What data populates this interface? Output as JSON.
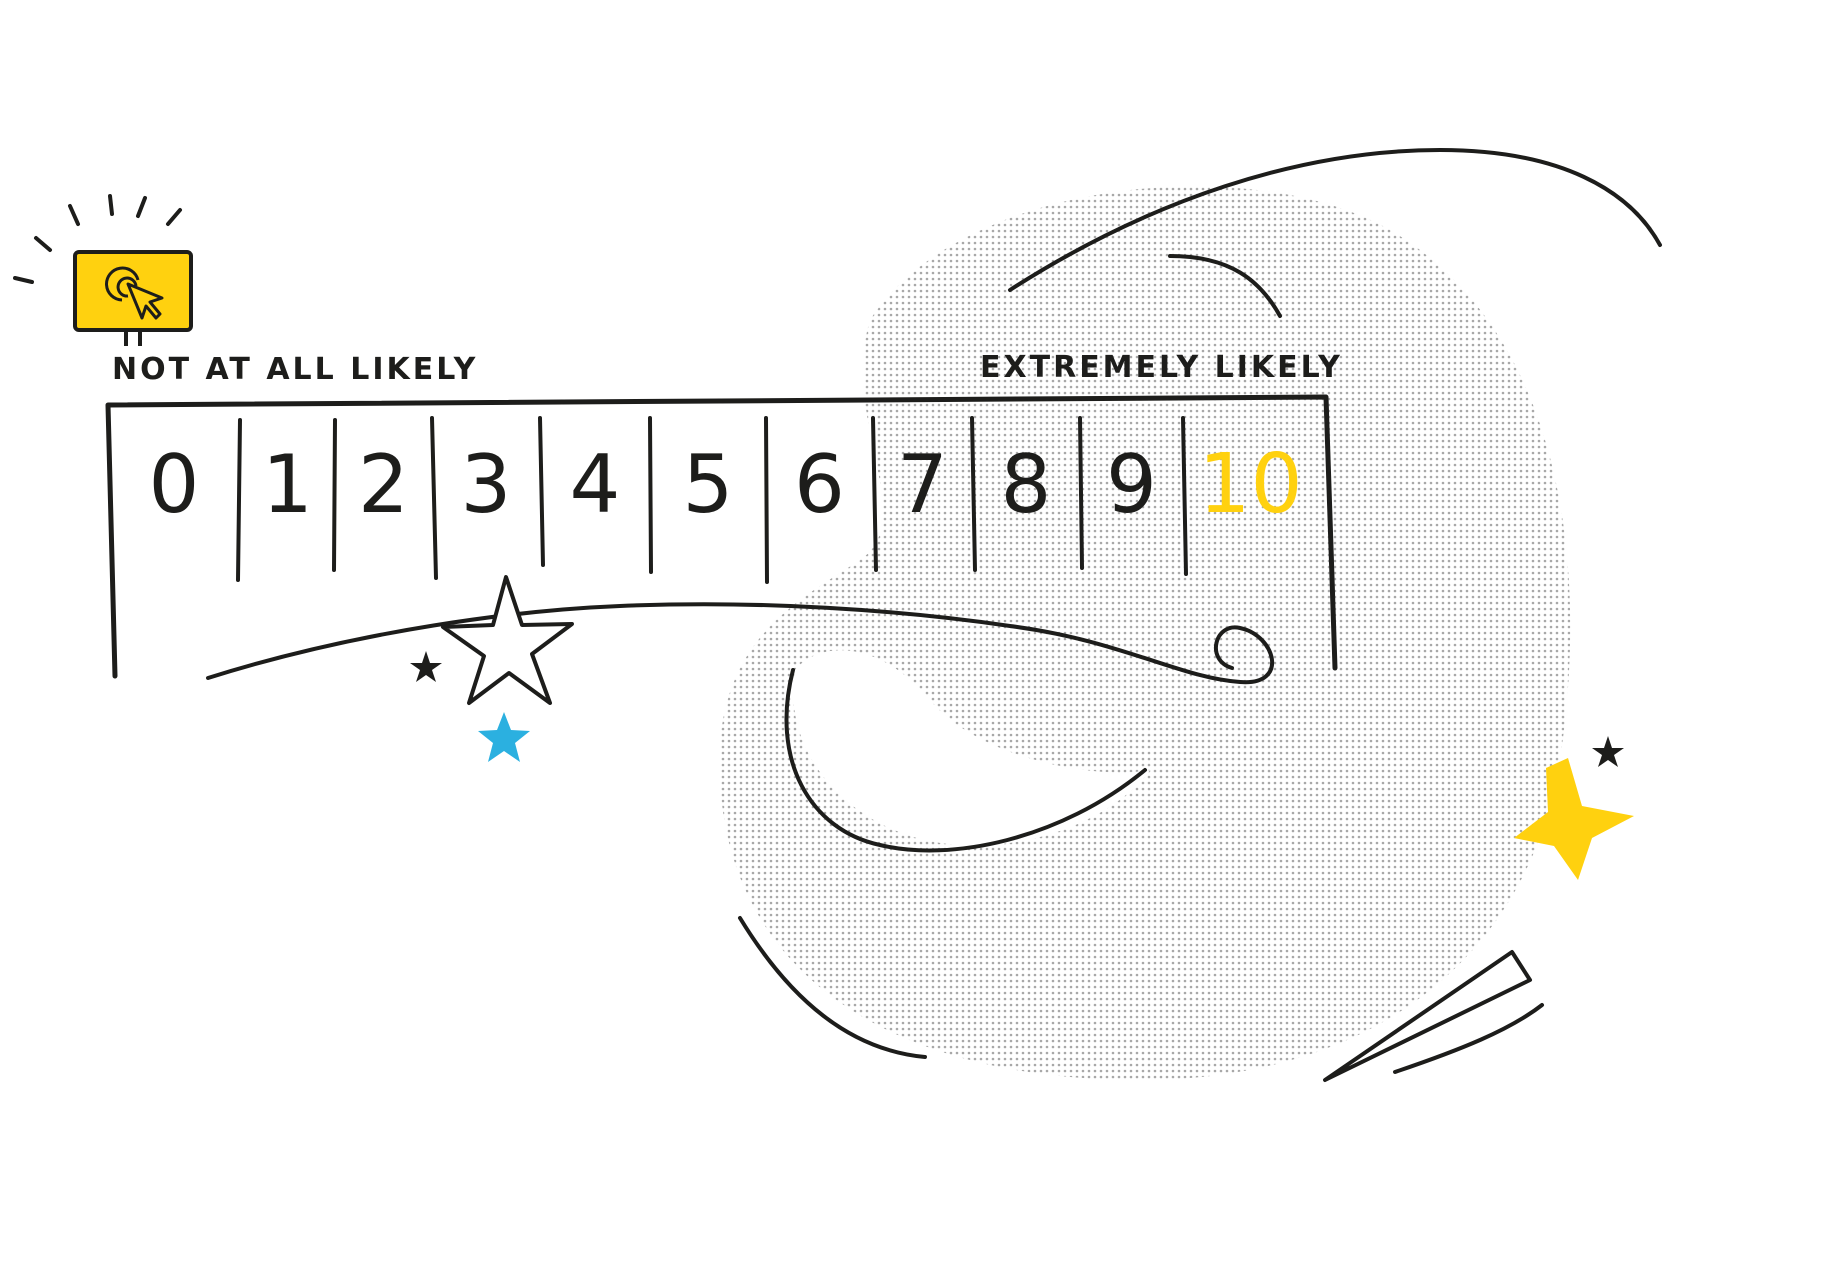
{
  "scale": {
    "low_label": "NOT AT ALL LIKELY",
    "high_label": "EXTREMELY LIKELY",
    "options": [
      "0",
      "1",
      "2",
      "3",
      "4",
      "5",
      "6",
      "7",
      "8",
      "9",
      "10"
    ],
    "highlighted_option": "10"
  },
  "icons": {
    "monitor": "monitor-click-icon",
    "stars": [
      "star-outline-icon",
      "star-small-dark-icon",
      "star-blue-icon",
      "star-yellow-icon",
      "star-small-dark-icon"
    ]
  },
  "colors": {
    "ink": "#1d1d1b",
    "accent_yellow": "#ffd10f",
    "accent_blue": "#2bb0e0",
    "halftone": "#b3b3b3"
  }
}
